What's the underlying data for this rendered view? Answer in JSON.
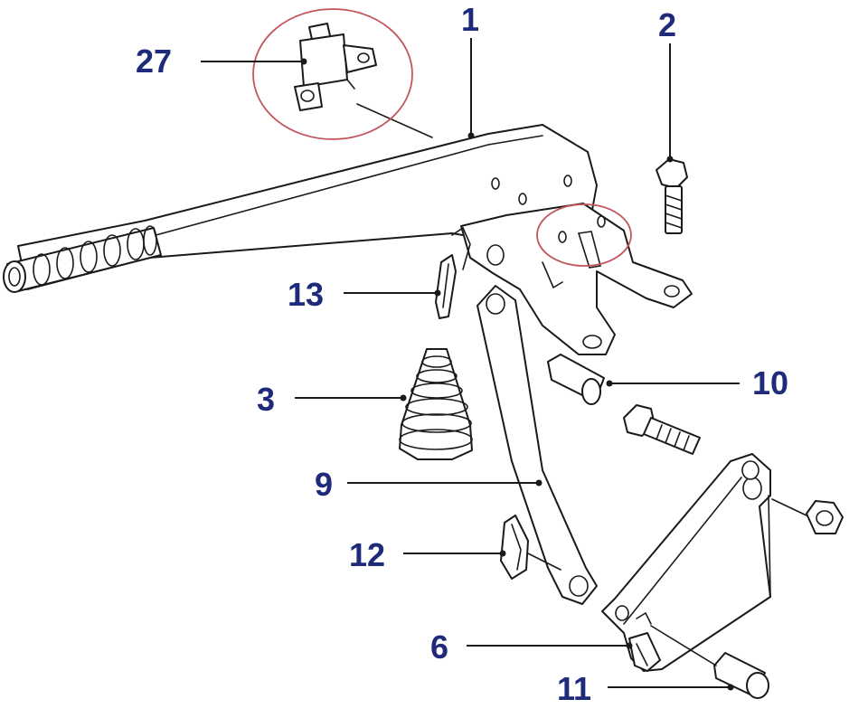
{
  "colors": {
    "line": "#1a1a1a",
    "callout_text": "#1f2a7a",
    "highlight_circle": "#c0565c",
    "background": "#ffffff"
  },
  "callouts": {
    "c1": "1",
    "c2": "2",
    "c3": "3",
    "c6": "6",
    "c9": "9",
    "c10": "10",
    "c11": "11",
    "c12": "12",
    "c13": "13",
    "c27": "27"
  }
}
